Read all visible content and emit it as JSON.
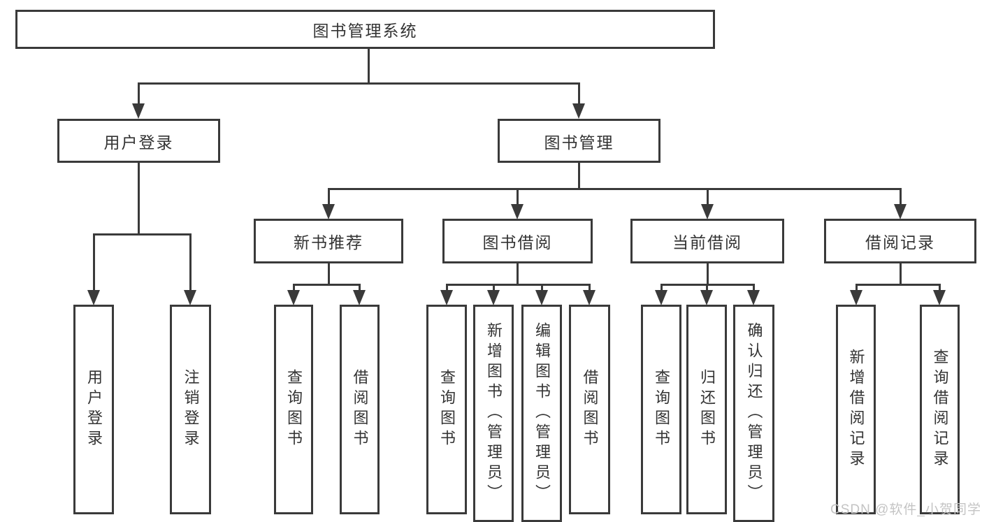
{
  "title": "图书管理系统",
  "watermark": "CSDN @软件_小贺同学",
  "colors": {
    "line": "#3a3a3a",
    "text": "#333333",
    "box_fill": "#ffffff",
    "watermark": "#c4c4c4",
    "background": "#ffffff"
  },
  "tree": {
    "root": {
      "label": "图书管理系统"
    },
    "branches": [
      {
        "label": "用户登录",
        "children": [
          {
            "label": "用户登录"
          },
          {
            "label": "注销登录"
          }
        ]
      },
      {
        "label": "图书管理",
        "children": [
          {
            "label": "新书推荐",
            "children": [
              {
                "label": "查询图书"
              },
              {
                "label": "借阅图书"
              }
            ]
          },
          {
            "label": "图书借阅",
            "children": [
              {
                "label": "查询图书"
              },
              {
                "label": "新增图书（管理员）"
              },
              {
                "label": "编辑图书（管理员）"
              },
              {
                "label": "借阅图书"
              }
            ]
          },
          {
            "label": "当前借阅",
            "children": [
              {
                "label": "查询图书"
              },
              {
                "label": "归还图书"
              },
              {
                "label": "确认归还（管理员）"
              }
            ]
          },
          {
            "label": "借阅记录",
            "children": [
              {
                "label": "新增借阅记录"
              },
              {
                "label": "查询借阅记录"
              }
            ]
          }
        ]
      }
    ]
  }
}
